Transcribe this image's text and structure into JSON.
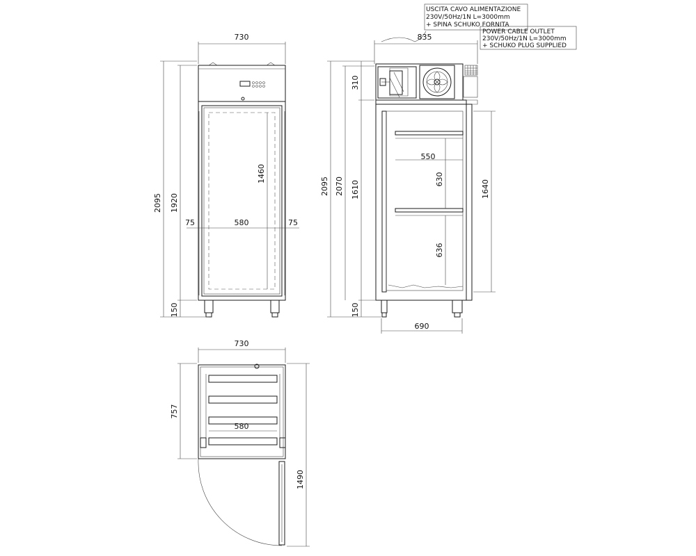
{
  "notes": {
    "it": [
      "USCITA CAVO ALIMENTAZIONE",
      "230V/50Hz/1N L=3000mm",
      "+ SPINA SCHUKO FORNITA"
    ],
    "en": [
      "POWER CABLE OUTLET",
      "230V/50Hz/1N L=3000mm",
      "+ SCHUKO PLUG SUPPLIED"
    ]
  },
  "front_view": {
    "width": "730",
    "total_height": "2095",
    "body_height": "1920",
    "internal_height": "1460",
    "leg_height": "150",
    "left_margin": "75",
    "internal_width": "580",
    "right_margin": "75"
  },
  "side_view": {
    "depth_top": "835",
    "unit_height": "310",
    "total_height": "2095",
    "body_height": "2070",
    "internal_height": "1610",
    "leg_height": "150",
    "rail_width": "550",
    "shelf_spacing_upper": "630",
    "shelf_spacing_lower": "636",
    "door_height": "1640",
    "base_depth": "690"
  },
  "top_view": {
    "width": "730",
    "depth": "757",
    "internal_width": "580",
    "door_open_depth": "1490"
  }
}
